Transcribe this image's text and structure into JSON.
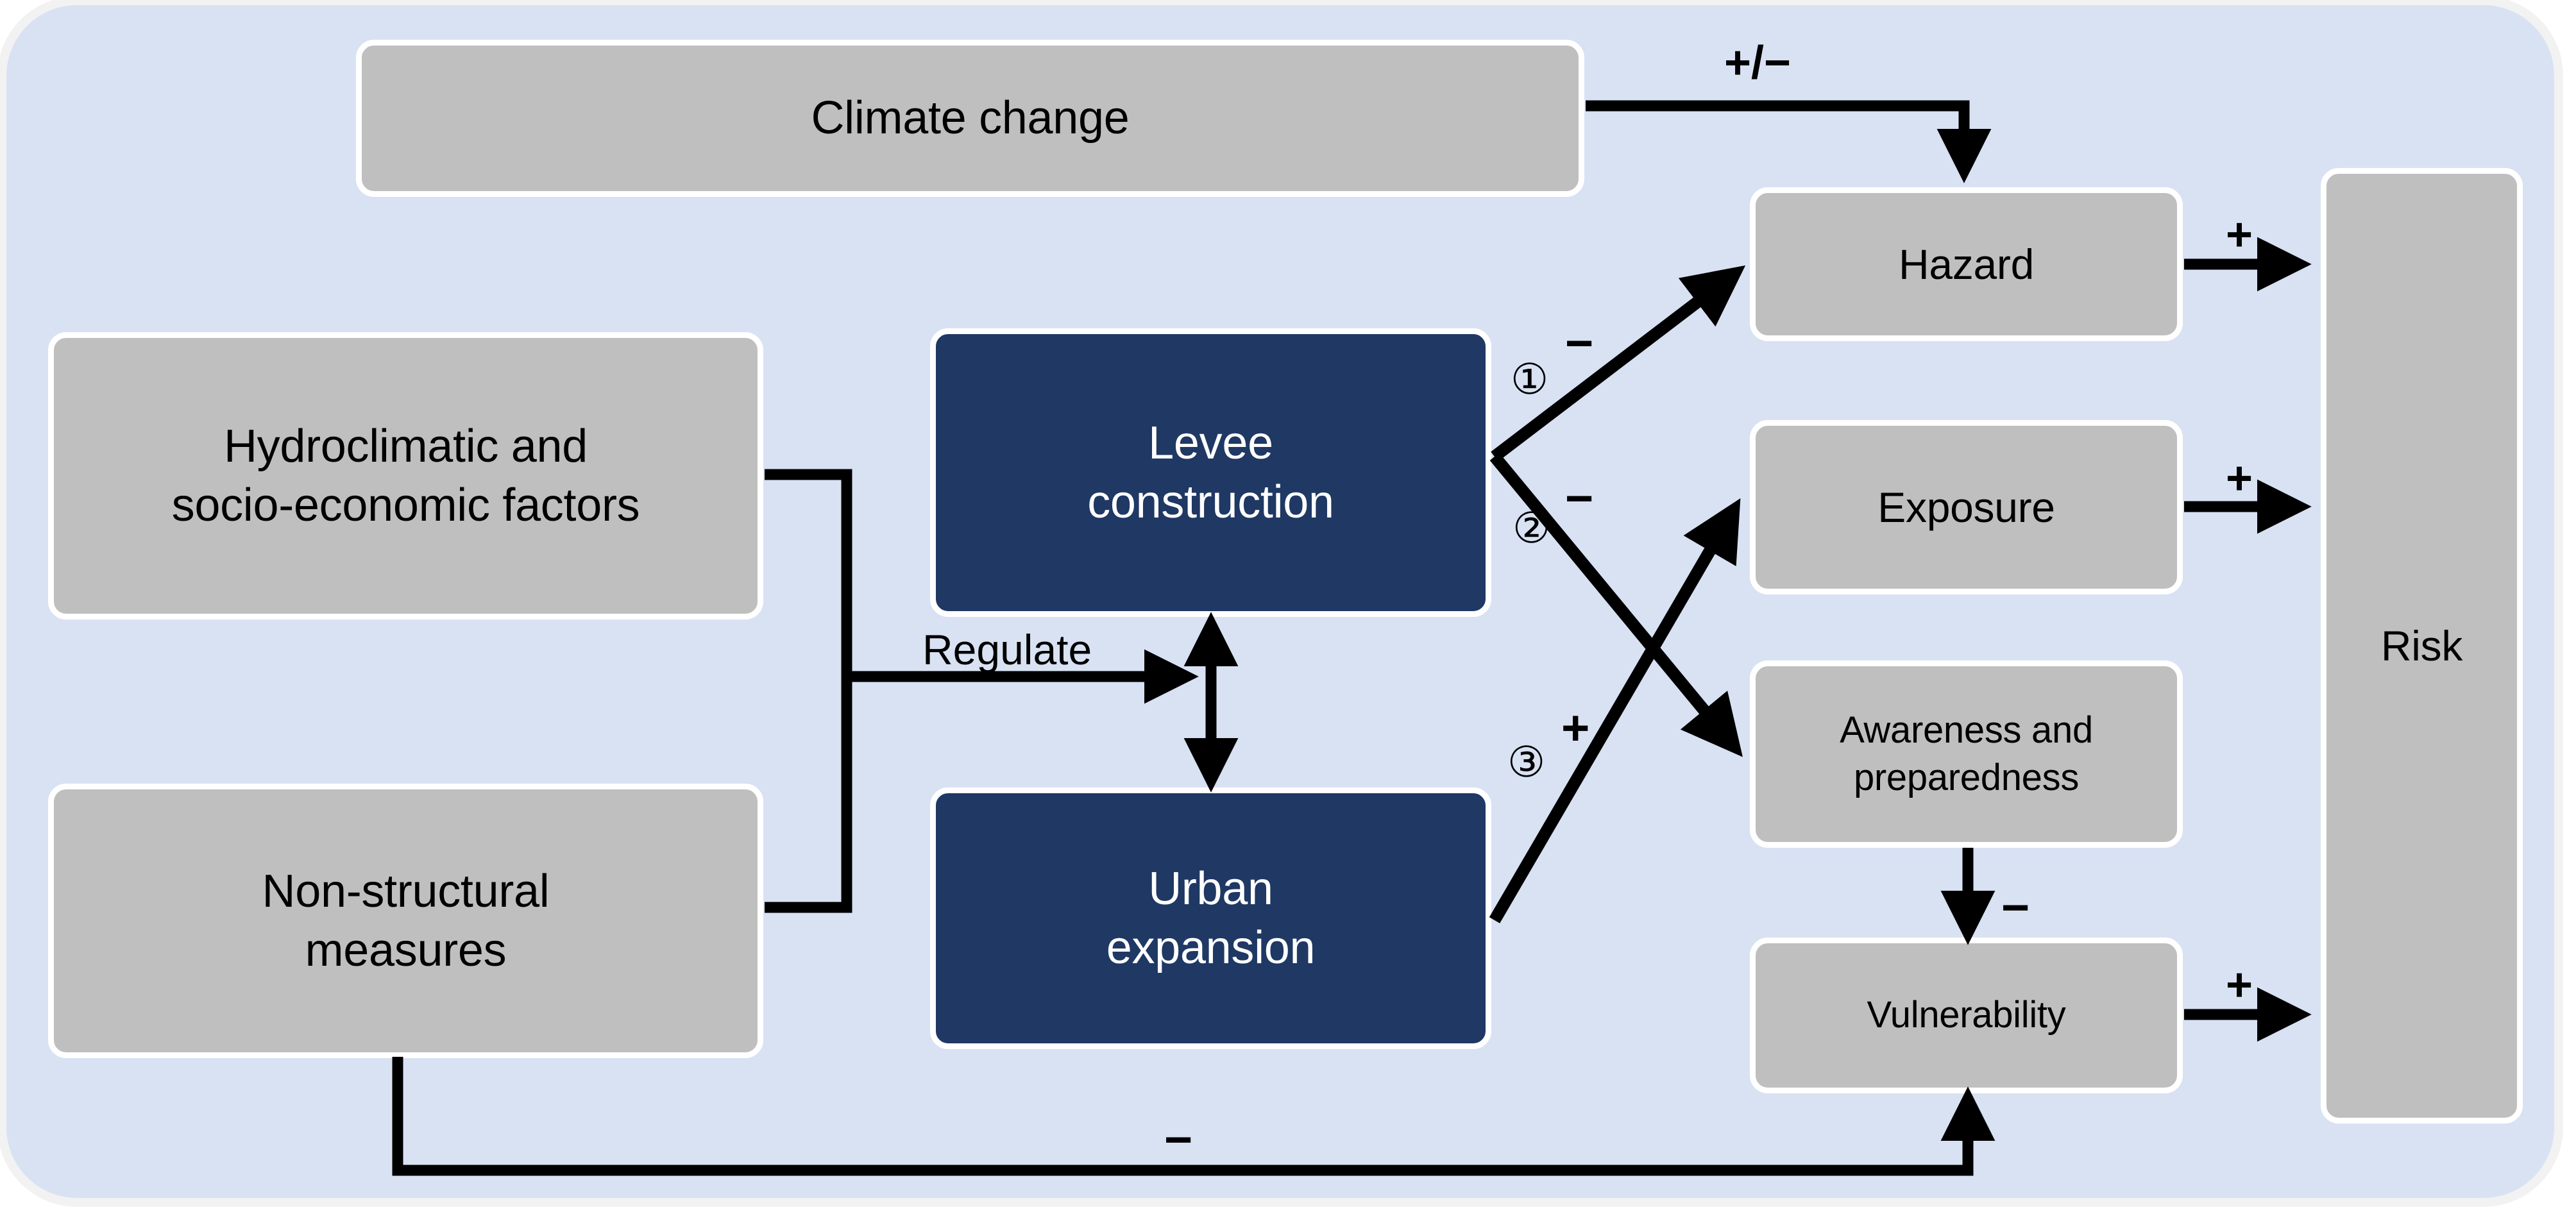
{
  "diagram": {
    "title": "Flood risk causal loop diagram",
    "background_color": "#d9e2f3",
    "node_gray_color": "#bfbfbf",
    "node_navy_color": "#1f3864",
    "edge_color": "#000000"
  },
  "nodes": {
    "climate_change": "Climate change",
    "hydroclimatic": "Hydroclimatic and\nsocio-economic factors",
    "non_structural": "Non-structural\nmeasures",
    "levee_construction": "Levee\nconstruction",
    "urban_expansion": "Urban\nexpansion",
    "hazard": "Hazard",
    "exposure": "Exposure",
    "awareness": "Awareness and\npreparedness",
    "vulnerability": "Vulnerability",
    "risk": "Risk"
  },
  "edge_labels": {
    "climate_to_hazard": "+/−",
    "levee_to_hazard_sign": "−",
    "levee_to_hazard_num": "①",
    "levee_to_awareness_sign": "−",
    "levee_to_awareness_num": "②",
    "urban_to_exposure_sign": "+",
    "urban_to_exposure_num": "③",
    "hazard_to_risk": "+",
    "exposure_to_risk": "+",
    "awareness_to_vulnerability": "−",
    "vulnerability_to_risk": "+",
    "nonstructural_to_vulnerability": "−",
    "regulate": "Regulate"
  }
}
